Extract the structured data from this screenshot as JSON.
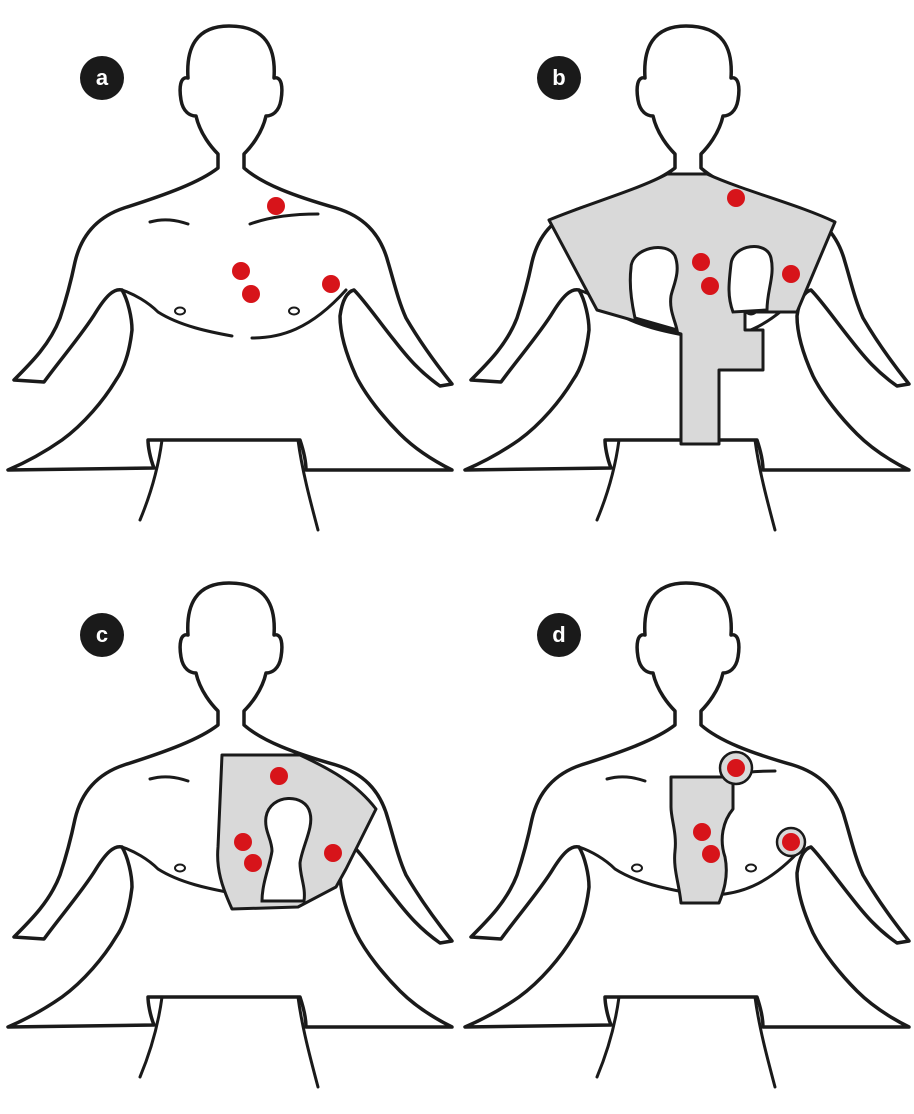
{
  "panels": [
    {
      "id": "a",
      "label": "a"
    },
    {
      "id": "b",
      "label": "b"
    },
    {
      "id": "c",
      "label": "c"
    },
    {
      "id": "d",
      "label": "d"
    }
  ],
  "colors": {
    "electrode": "#d7141a",
    "shaded_area": "#d9d9d9",
    "outline": "#1a1a1a",
    "badge": "#1a1a1a"
  }
}
